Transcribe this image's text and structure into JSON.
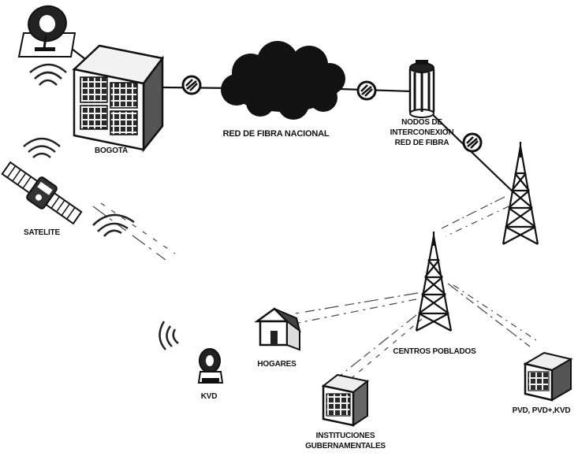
{
  "labels": {
    "bogota": "BOGOTA",
    "red_fibra": "RED DE FIBRA NACIONAL",
    "nodos_line1": "NODOS DE",
    "nodos_line2": "INTERCONEXIÓN",
    "nodos_line3": "RED DE FIBRA",
    "satelite": "SATELITE",
    "hogares": "HOGARES",
    "centros": "CENTROS POBLADOS",
    "kvd": "KVD",
    "instituciones_line1": "INSTITUCIONES",
    "instituciones_line2": "GUBERNAMENTALES",
    "pvd": "PVD, PVD+,KVD"
  },
  "colors": {
    "ink": "#111111",
    "cloud": "#121212",
    "server": "#3a3a3a",
    "signal": "#333333"
  },
  "icons": [
    "satellite-dish-icon",
    "data-center-icon",
    "fiber-connector-icon",
    "cloud-icon",
    "interconnection-node-icon",
    "satellite-icon",
    "cell-tower-icon",
    "house-icon",
    "government-building-icon",
    "kiosk-icon",
    "wifi-signal-icon"
  ]
}
